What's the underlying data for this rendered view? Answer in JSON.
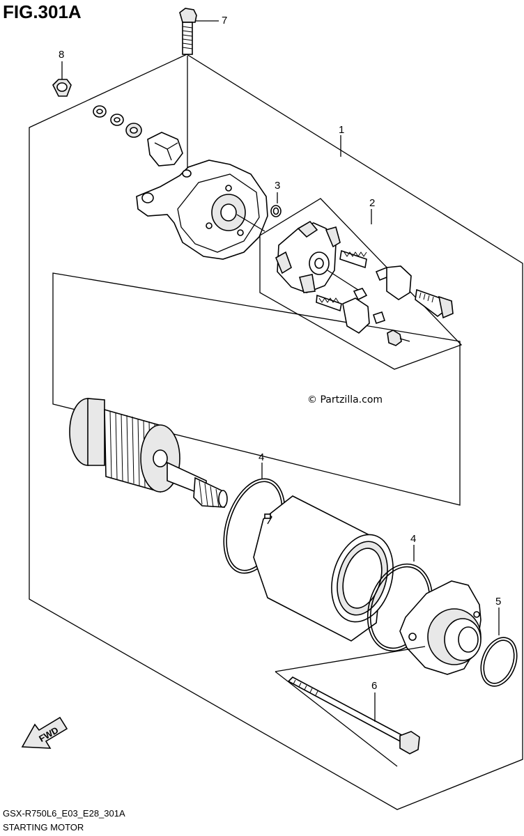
{
  "figure": {
    "title": "FIG.301A",
    "code": "GSX-R750L6_E03_E28_301A",
    "caption": "STARTING MOTOR"
  },
  "watermark": "© Partzilla.com",
  "fwd_label": "FWD",
  "callouts": [
    {
      "id": "1",
      "label": "1"
    },
    {
      "id": "2",
      "label": "2"
    },
    {
      "id": "3",
      "label": "3"
    },
    {
      "id": "4a",
      "label": "4"
    },
    {
      "id": "4b",
      "label": "4"
    },
    {
      "id": "5",
      "label": "5"
    },
    {
      "id": "6",
      "label": "6"
    },
    {
      "id": "7",
      "label": "7"
    },
    {
      "id": "8",
      "label": "8"
    }
  ]
}
